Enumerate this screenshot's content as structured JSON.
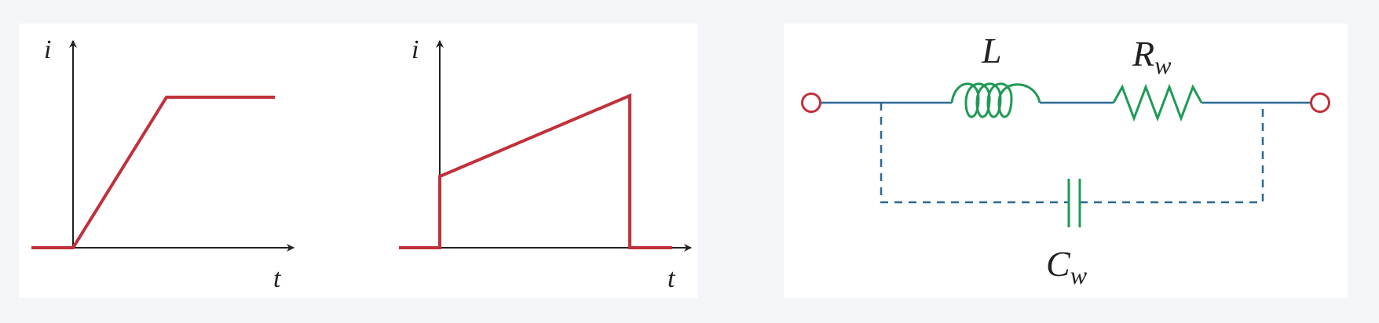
{
  "colors": {
    "axis": "#222222",
    "waveform": "#c0313b",
    "wire": "#2b6893",
    "element": "#1f9a55",
    "terminal": "#c0313b"
  },
  "graph_ramp": {
    "y_axis_label": "i",
    "x_axis_label": "t"
  },
  "graph_pulse": {
    "y_axis_label": "i",
    "x_axis_label": "t"
  },
  "circuit": {
    "inductor_label": "L",
    "resistor_label_main": "R",
    "resistor_label_sub": "w",
    "capacitor_label_main": "C",
    "capacitor_label_sub": "w",
    "icons": [
      "terminal-icon",
      "inductor-icon",
      "resistor-icon",
      "capacitor-icon"
    ]
  }
}
